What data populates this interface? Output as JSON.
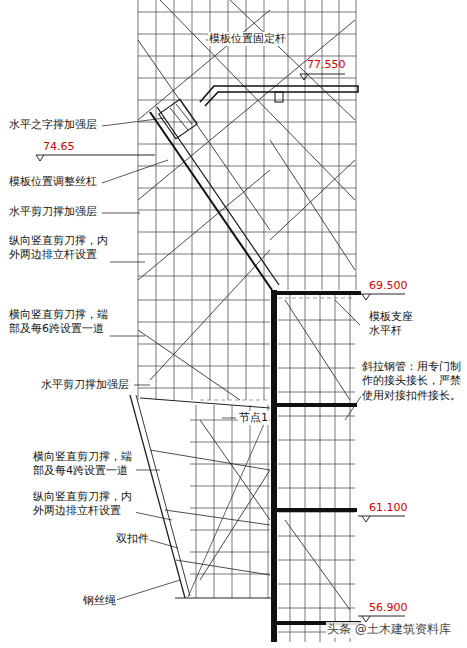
{
  "diagram": {
    "labels": [
      "模板位置固定杆",
      "77.550",
      "水平之字撑加强层",
      "74.65",
      "模板位置调整丝杠",
      "水平剪刀撑加强层",
      "纵向竖直剪刀撑，内外两边排立杆设置",
      "横向竖直剪刀撑，端部及每6跨设置一道",
      "水平剪刀撑加强层",
      "69.500",
      "模板支座水平杆",
      "斜拉钢管：用专门制作的接头接长，严禁使用对接扣件接长。",
      "节点1",
      "横向竖直剪刀撑，端部及每4跨设置一道",
      "纵向竖直剪刀撑，内外两边排立杆设置",
      "双扣件",
      "61.100",
      "钢丝绳",
      "56.900",
      "头条 @土木建筑资料库"
    ]
  }
}
